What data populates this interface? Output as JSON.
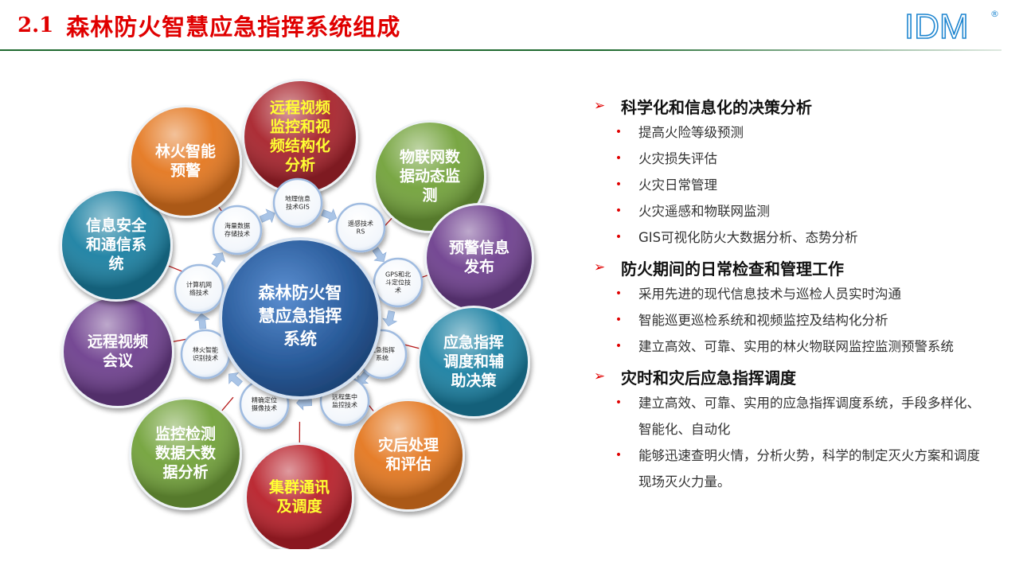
{
  "header": {
    "number": "2.1",
    "title": "森林防火智慧应急指挥系统组成",
    "logo_text": "IDM",
    "logo_mark": "®"
  },
  "diagram": {
    "center": {
      "label_lines": [
        "森林防火智",
        "慧应急指挥",
        "系统"
      ]
    },
    "outer_nodes": [
      {
        "key": "video-monitoring",
        "lines": [
          "远程视频",
          "监控和视",
          "频结构化",
          "分析"
        ],
        "color": "#a8232c",
        "text_color": "#ffff33"
      },
      {
        "key": "iot-data",
        "lines": [
          "物联网数",
          "据动态监",
          "测"
        ],
        "color": "#72a23a",
        "text_color": "#ffffff"
      },
      {
        "key": "warning-release",
        "lines": [
          "预警信息",
          "发布"
        ],
        "color": "#6e3f8e",
        "text_color": "#ffffff"
      },
      {
        "key": "emergency-command",
        "lines": [
          "应急指挥",
          "调度和辅",
          "助决策"
        ],
        "color": "#1a80a2",
        "text_color": "#ffffff"
      },
      {
        "key": "post-disaster",
        "lines": [
          "灾后处理",
          "和评估"
        ],
        "color": "#e4771f",
        "text_color": "#ffffff"
      },
      {
        "key": "cluster-comm",
        "lines": [
          "集群通讯",
          "及调度"
        ],
        "color": "#b8202a",
        "text_color": "#ffff33"
      },
      {
        "key": "monitor-bigdata",
        "lines": [
          "监控检测",
          "数据大数",
          "据分析"
        ],
        "color": "#72a23a",
        "text_color": "#ffffff"
      },
      {
        "key": "remote-conference",
        "lines": [
          "远程视频",
          "会议"
        ],
        "color": "#6e3f8e",
        "text_color": "#ffffff"
      },
      {
        "key": "info-security",
        "lines": [
          "信息安全",
          "和通信系",
          "统"
        ],
        "color": "#1a80a2",
        "text_color": "#ffffff"
      },
      {
        "key": "fire-warning",
        "lines": [
          "林火智能",
          "预警"
        ],
        "color": "#e4771f",
        "text_color": "#ffffff"
      }
    ],
    "tech_nodes": [
      {
        "key": "gis",
        "lines": [
          "地理信息",
          "技术GIS"
        ]
      },
      {
        "key": "rs",
        "lines": [
          "遥感技术",
          "RS"
        ]
      },
      {
        "key": "gps",
        "lines": [
          "GPS和北",
          "斗定位技",
          "术"
        ]
      },
      {
        "key": "command",
        "lines": [
          "应急指挥",
          "系统"
        ]
      },
      {
        "key": "remote-collect",
        "lines": [
          "远程集中",
          "监控技术"
        ]
      },
      {
        "key": "precise-camera",
        "lines": [
          "精确定位",
          "摄像技术"
        ]
      },
      {
        "key": "fire-recognition",
        "lines": [
          "林火智能",
          "识别技术"
        ]
      },
      {
        "key": "network",
        "lines": [
          "计算机网",
          "络技术"
        ]
      },
      {
        "key": "storage",
        "lines": [
          "海量数据",
          "存储技术"
        ]
      }
    ]
  },
  "sections": [
    {
      "title": "科学化和信息化的决策分析",
      "items": [
        "提高火险等级预测",
        "火灾损失评估",
        "火灾日常管理",
        "火灾遥感和物联网监测",
        "GIS可视化防火大数据分析、态势分析"
      ]
    },
    {
      "title": "防火期间的日常检查和管理工作",
      "items": [
        "采用先进的现代信息技术与巡检人员实时沟通",
        "智能巡更巡检系统和视频监控及结构化分析",
        "建立高效、可靠、实用的林火物联网监控监测预警系统"
      ]
    },
    {
      "title": "灾时和灾后应急指挥调度",
      "items": [
        "建立高效、可靠、实用的应急指挥调度系统，手段多样化、智能化、自动化",
        "能够迅速查明火情，分析火势，科学的制定灭火方案和调度现场灭火力量。"
      ]
    }
  ],
  "colors": {
    "title_red": "#e00000",
    "divider_green": "#1f6a2f",
    "logo_blue": "#1f86d0",
    "center_blue": "#2b5d9c",
    "connector_red": "#b71c1c"
  }
}
